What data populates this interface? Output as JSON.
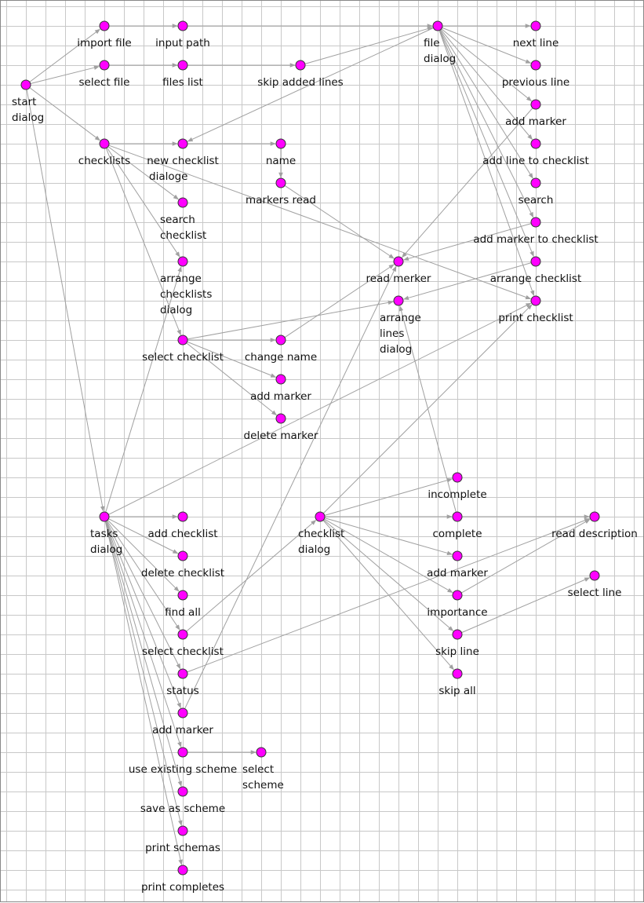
{
  "diagram": {
    "node_color": "#ff00ff",
    "edge_color": "#a0a0a0",
    "nodes": [
      {
        "id": "start",
        "lines": [
          "start",
          "dialog"
        ]
      },
      {
        "id": "import_file",
        "lines": [
          "import file"
        ]
      },
      {
        "id": "input_path",
        "lines": [
          "input path"
        ]
      },
      {
        "id": "select_file",
        "lines": [
          "select file"
        ]
      },
      {
        "id": "files_list",
        "lines": [
          "files list"
        ]
      },
      {
        "id": "skip_added",
        "lines": [
          "skip added lines"
        ]
      },
      {
        "id": "file_dialog",
        "lines": [
          "file",
          "dialog"
        ]
      },
      {
        "id": "next_line",
        "lines": [
          "next line"
        ]
      },
      {
        "id": "previous_line",
        "lines": [
          "previous line"
        ]
      },
      {
        "id": "fd_add_marker",
        "lines": [
          "add  marker"
        ]
      },
      {
        "id": "add_line_to_checklist",
        "lines": [
          "add line to checklist"
        ]
      },
      {
        "id": "fd_search",
        "lines": [
          "search"
        ]
      },
      {
        "id": "add_marker_to_checklist",
        "lines": [
          "add marker to checklist"
        ]
      },
      {
        "id": "arrange_checklist",
        "lines": [
          "arrange checklist"
        ]
      },
      {
        "id": "print_checklist",
        "lines": [
          "print checklist"
        ]
      },
      {
        "id": "checklists",
        "lines": [
          "checklists"
        ]
      },
      {
        "id": "new_checklist",
        "lines": [
          "new checklist",
          "dialoge"
        ]
      },
      {
        "id": "name",
        "lines": [
          "name"
        ]
      },
      {
        "id": "markers_read",
        "lines": [
          "markers read"
        ]
      },
      {
        "id": "search_checklist",
        "lines": [
          "search",
          "checklist"
        ]
      },
      {
        "id": "arrange_checklists",
        "lines": [
          "arrange",
          "checklists",
          "dialog"
        ]
      },
      {
        "id": "read_merker",
        "lines": [
          "read merker"
        ]
      },
      {
        "id": "arrange_lines",
        "lines": [
          "arrange",
          "lines",
          "dialog"
        ]
      },
      {
        "id": "select_checklist",
        "lines": [
          "select checklist"
        ]
      },
      {
        "id": "change_name",
        "lines": [
          "change name"
        ]
      },
      {
        "id": "sc_add_marker",
        "lines": [
          "add marker"
        ]
      },
      {
        "id": "delete_marker",
        "lines": [
          "delete marker"
        ]
      },
      {
        "id": "tasks",
        "lines": [
          "tasks",
          "dialog"
        ]
      },
      {
        "id": "add_checklist",
        "lines": [
          "add checklist"
        ]
      },
      {
        "id": "delete_checklist",
        "lines": [
          "delete checklist"
        ]
      },
      {
        "id": "find_all",
        "lines": [
          "find all"
        ]
      },
      {
        "id": "t_select_checklist",
        "lines": [
          "select checklist"
        ]
      },
      {
        "id": "status",
        "lines": [
          "status"
        ]
      },
      {
        "id": "t_add_marker",
        "lines": [
          "add marker"
        ]
      },
      {
        "id": "use_existing",
        "lines": [
          "use existing scheme"
        ]
      },
      {
        "id": "select_scheme",
        "lines": [
          "select",
          "scheme"
        ]
      },
      {
        "id": "save_as_scheme",
        "lines": [
          "save as scheme"
        ]
      },
      {
        "id": "print_schemas",
        "lines": [
          "print schemas"
        ]
      },
      {
        "id": "print_completes",
        "lines": [
          "print completes"
        ]
      },
      {
        "id": "checklist_dialog",
        "lines": [
          "checklist",
          "dialog"
        ]
      },
      {
        "id": "incomplete",
        "lines": [
          "incomplete"
        ]
      },
      {
        "id": "complete",
        "lines": [
          "complete"
        ]
      },
      {
        "id": "cd_add_marker",
        "lines": [
          "add marker"
        ]
      },
      {
        "id": "importance",
        "lines": [
          "importance"
        ]
      },
      {
        "id": "skip_line",
        "lines": [
          "skip line"
        ]
      },
      {
        "id": "skip_all",
        "lines": [
          "skip all"
        ]
      },
      {
        "id": "read_description",
        "lines": [
          "read description"
        ]
      },
      {
        "id": "select_line",
        "lines": [
          "select line"
        ]
      }
    ],
    "edges": [
      [
        "start",
        "import_file"
      ],
      [
        "start",
        "select_file"
      ],
      [
        "start",
        "checklists"
      ],
      [
        "start",
        "tasks"
      ],
      [
        "import_file",
        "input_path"
      ],
      [
        "input_path",
        "file_dialog"
      ],
      [
        "select_file",
        "files_list"
      ],
      [
        "files_list",
        "skip_added"
      ],
      [
        "skip_added",
        "file_dialog"
      ],
      [
        "file_dialog",
        "next_line"
      ],
      [
        "file_dialog",
        "previous_line"
      ],
      [
        "file_dialog",
        "fd_add_marker"
      ],
      [
        "file_dialog",
        "add_line_to_checklist"
      ],
      [
        "file_dialog",
        "fd_search"
      ],
      [
        "file_dialog",
        "add_marker_to_checklist"
      ],
      [
        "file_dialog",
        "arrange_checklist"
      ],
      [
        "file_dialog",
        "print_checklist"
      ],
      [
        "file_dialog",
        "new_checklist"
      ],
      [
        "checklists",
        "new_checklist"
      ],
      [
        "checklists",
        "search_checklist"
      ],
      [
        "checklists",
        "arrange_checklists"
      ],
      [
        "checklists",
        "select_checklist"
      ],
      [
        "checklists",
        "print_checklist"
      ],
      [
        "new_checklist",
        "name"
      ],
      [
        "name",
        "markers_read"
      ],
      [
        "markers_read",
        "read_merker"
      ],
      [
        "fd_add_marker",
        "read_merker"
      ],
      [
        "add_marker_to_checklist",
        "read_merker"
      ],
      [
        "arrange_checklist",
        "arrange_lines"
      ],
      [
        "complete",
        "arrange_lines"
      ],
      [
        "select_checklist",
        "change_name"
      ],
      [
        "select_checklist",
        "sc_add_marker"
      ],
      [
        "select_checklist",
        "delete_marker"
      ],
      [
        "select_checklist",
        "arrange_lines"
      ],
      [
        "change_name",
        "read_merker"
      ],
      [
        "tasks",
        "add_checklist"
      ],
      [
        "tasks",
        "delete_checklist"
      ],
      [
        "tasks",
        "find_all"
      ],
      [
        "tasks",
        "t_select_checklist"
      ],
      [
        "tasks",
        "status"
      ],
      [
        "tasks",
        "t_add_marker"
      ],
      [
        "tasks",
        "use_existing"
      ],
      [
        "tasks",
        "save_as_scheme"
      ],
      [
        "tasks",
        "print_schemas"
      ],
      [
        "tasks",
        "print_completes"
      ],
      [
        "tasks",
        "arrange_checklists"
      ],
      [
        "tasks",
        "print_checklist"
      ],
      [
        "use_existing",
        "select_scheme"
      ],
      [
        "t_select_checklist",
        "checklist_dialog"
      ],
      [
        "t_add_marker",
        "read_merker"
      ],
      [
        "status",
        "read_description"
      ],
      [
        "checklist_dialog",
        "incomplete"
      ],
      [
        "checklist_dialog",
        "complete"
      ],
      [
        "checklist_dialog",
        "cd_add_marker"
      ],
      [
        "checklist_dialog",
        "importance"
      ],
      [
        "checklist_dialog",
        "skip_line"
      ],
      [
        "checklist_dialog",
        "skip_all"
      ],
      [
        "checklist_dialog",
        "print_checklist"
      ],
      [
        "complete",
        "read_description"
      ],
      [
        "importance",
        "read_description"
      ],
      [
        "skip_line",
        "select_line"
      ]
    ]
  }
}
